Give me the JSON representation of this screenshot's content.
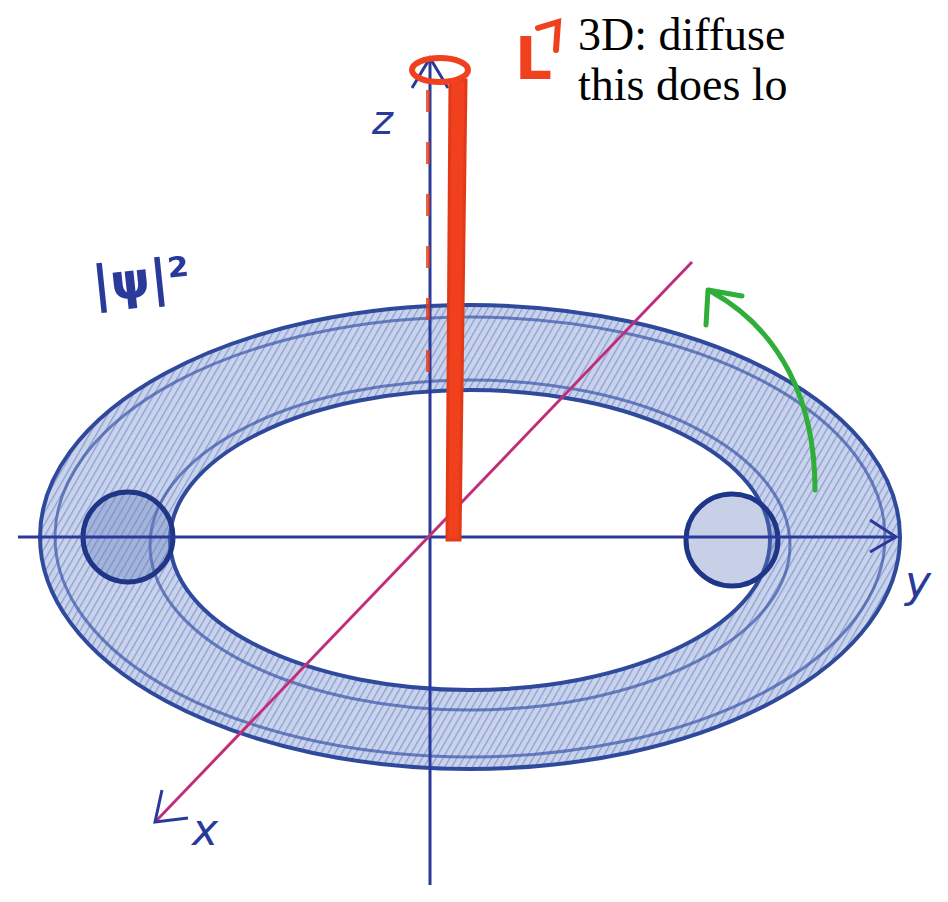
{
  "diagram": {
    "labels": [
      "3D: diffuse",
      "this does lo",
      "z",
      "|ψ|²",
      "L",
      "y",
      "x"
    ]
  }
}
